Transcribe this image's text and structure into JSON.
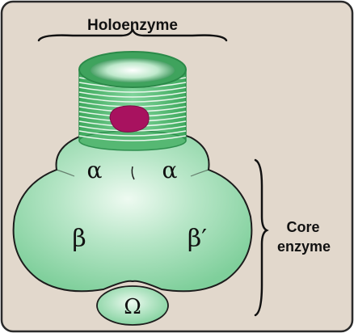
{
  "labels": {
    "holoenzyme": "Holoenzyme",
    "core_line1": "Core",
    "core_line2": "enzyme",
    "alpha_left": "α",
    "alpha_right": "α",
    "beta": "β",
    "beta_prime": "β′",
    "omega": "Ω"
  },
  "colors": {
    "background": "#e2d8cc",
    "border": "#2a2a2a",
    "subunit_fill": "#a9dfbd",
    "subunit_outline": "#1c1c1c",
    "sigma_ring": "#4fb36c",
    "sigma_blob": "#a8125f",
    "bracket": "#111111"
  }
}
